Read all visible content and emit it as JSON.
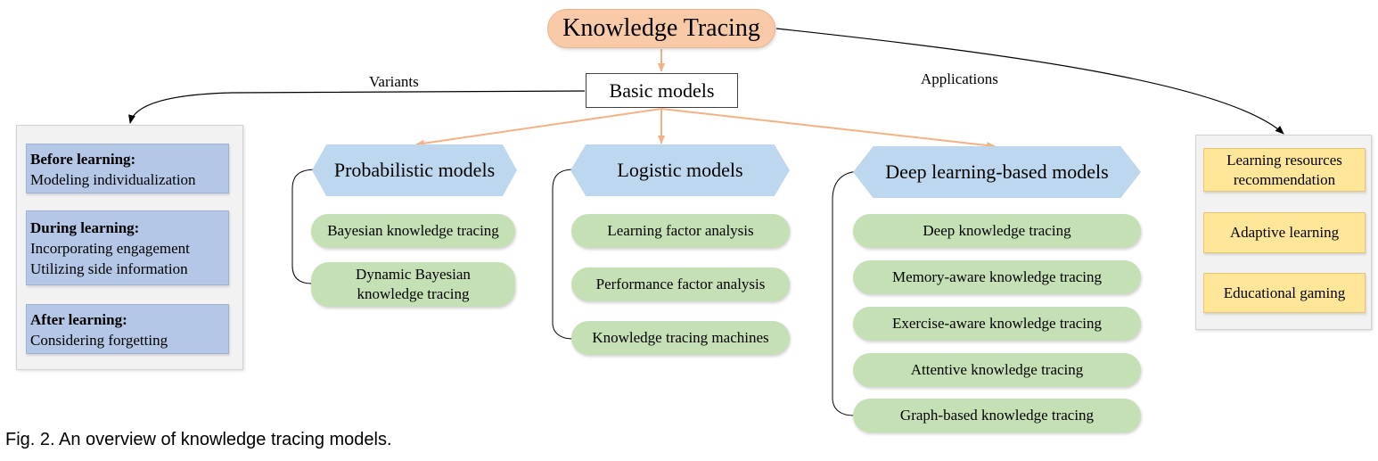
{
  "root": {
    "label": "Knowledge Tracing"
  },
  "basic": {
    "label": "Basic models"
  },
  "edges": {
    "variants": "Variants",
    "applications": "Applications"
  },
  "variants": [
    {
      "title": "Before learning:",
      "lines": [
        "Modeling individualization"
      ]
    },
    {
      "title": "During learning:",
      "lines": [
        "Incorporating engagement",
        "Utilizing side information"
      ]
    },
    {
      "title": "After learning:",
      "lines": [
        "Considering forgetting"
      ]
    }
  ],
  "model_groups": [
    {
      "title": "Probabilistic models",
      "items": [
        "Bayesian knowledge tracing",
        "Dynamic Bayesian knowledge tracing"
      ]
    },
    {
      "title": "Logistic models",
      "items": [
        "Learning factor analysis",
        "Performance factor analysis",
        "Knowledge tracing machines"
      ]
    },
    {
      "title": "Deep learning-based models",
      "items": [
        "Deep knowledge tracing",
        "Memory-aware knowledge tracing",
        "Exercise-aware knowledge tracing",
        "Attentive knowledge tracing",
        "Graph-based knowledge tracing"
      ]
    }
  ],
  "applications": [
    "Learning resources recommendation",
    "Adaptive learning",
    "Educational gaming"
  ],
  "caption": "Fig. 2. An overview of knowledge tracing models.",
  "colors": {
    "root_fill": "#f8caa8",
    "model_arrow": "#f4b183",
    "variant_box": "#b4c7e7",
    "group_header": "#bdd7ee",
    "model_item": "#c5e0b4",
    "application_box": "#ffe699",
    "panel": "#f2f2f2"
  }
}
